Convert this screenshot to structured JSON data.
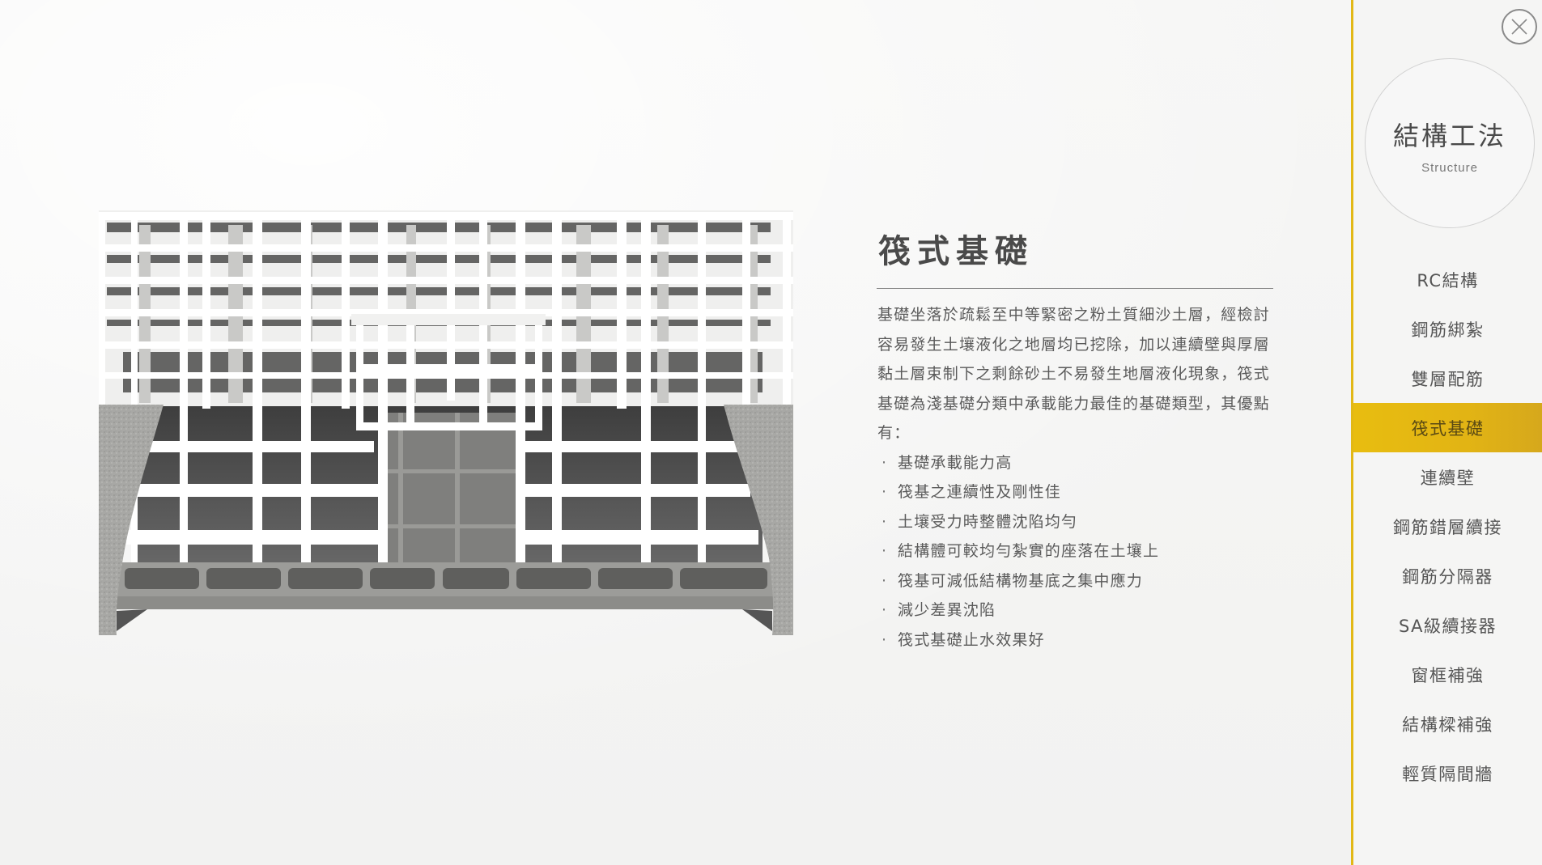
{
  "sidebar": {
    "close_icon": "close-icon",
    "brand": {
      "title": "結構工法",
      "subtitle": "Structure"
    },
    "active_index": 3,
    "items": [
      {
        "label": "RC結構"
      },
      {
        "label": "鋼筋綁紮"
      },
      {
        "label": "雙層配筋"
      },
      {
        "label": "筏式基礎"
      },
      {
        "label": "連續壁"
      },
      {
        "label": "鋼筋錯層續接"
      },
      {
        "label": "鋼筋分隔器"
      },
      {
        "label": "SA級續接器"
      },
      {
        "label": "窗框補強"
      },
      {
        "label": "結構樑補強"
      },
      {
        "label": "輕質隔間牆"
      }
    ]
  },
  "content": {
    "title": "筏式基礎",
    "paragraph": "基礎坐落於疏鬆至中等緊密之粉土質細沙土層，經檢討容易發生土壤液化之地層均已挖除，加以連續壁與厚層黏土層束制下之剩餘砂土不易發生地層液化現象，筏式基礎為淺基礎分類中承載能力最佳的基礎類型，其優點有：",
    "bullet_symbol": "·",
    "bullets": [
      "基礎承載能力高",
      "筏基之連續性及剛性佳",
      "土壤受力時整體沈陷均勻",
      "結構體可較均勻紮實的座落在土壤上",
      "筏基可減低結構物基底之集中應力",
      "減少差異沈陷",
      "筏式基礎止水效果好"
    ]
  },
  "illustration": {
    "subject": "raft-foundation-building-section",
    "colors": {
      "frame": "#ffffff",
      "shadow": "#4a4a4a",
      "basement": "#7a7a78",
      "soil": "#a9a9a6",
      "raft": "#9a9a97"
    }
  },
  "colors": {
    "accent": "#e2b816",
    "text": "#555555",
    "background": "#f4f4f3"
  }
}
